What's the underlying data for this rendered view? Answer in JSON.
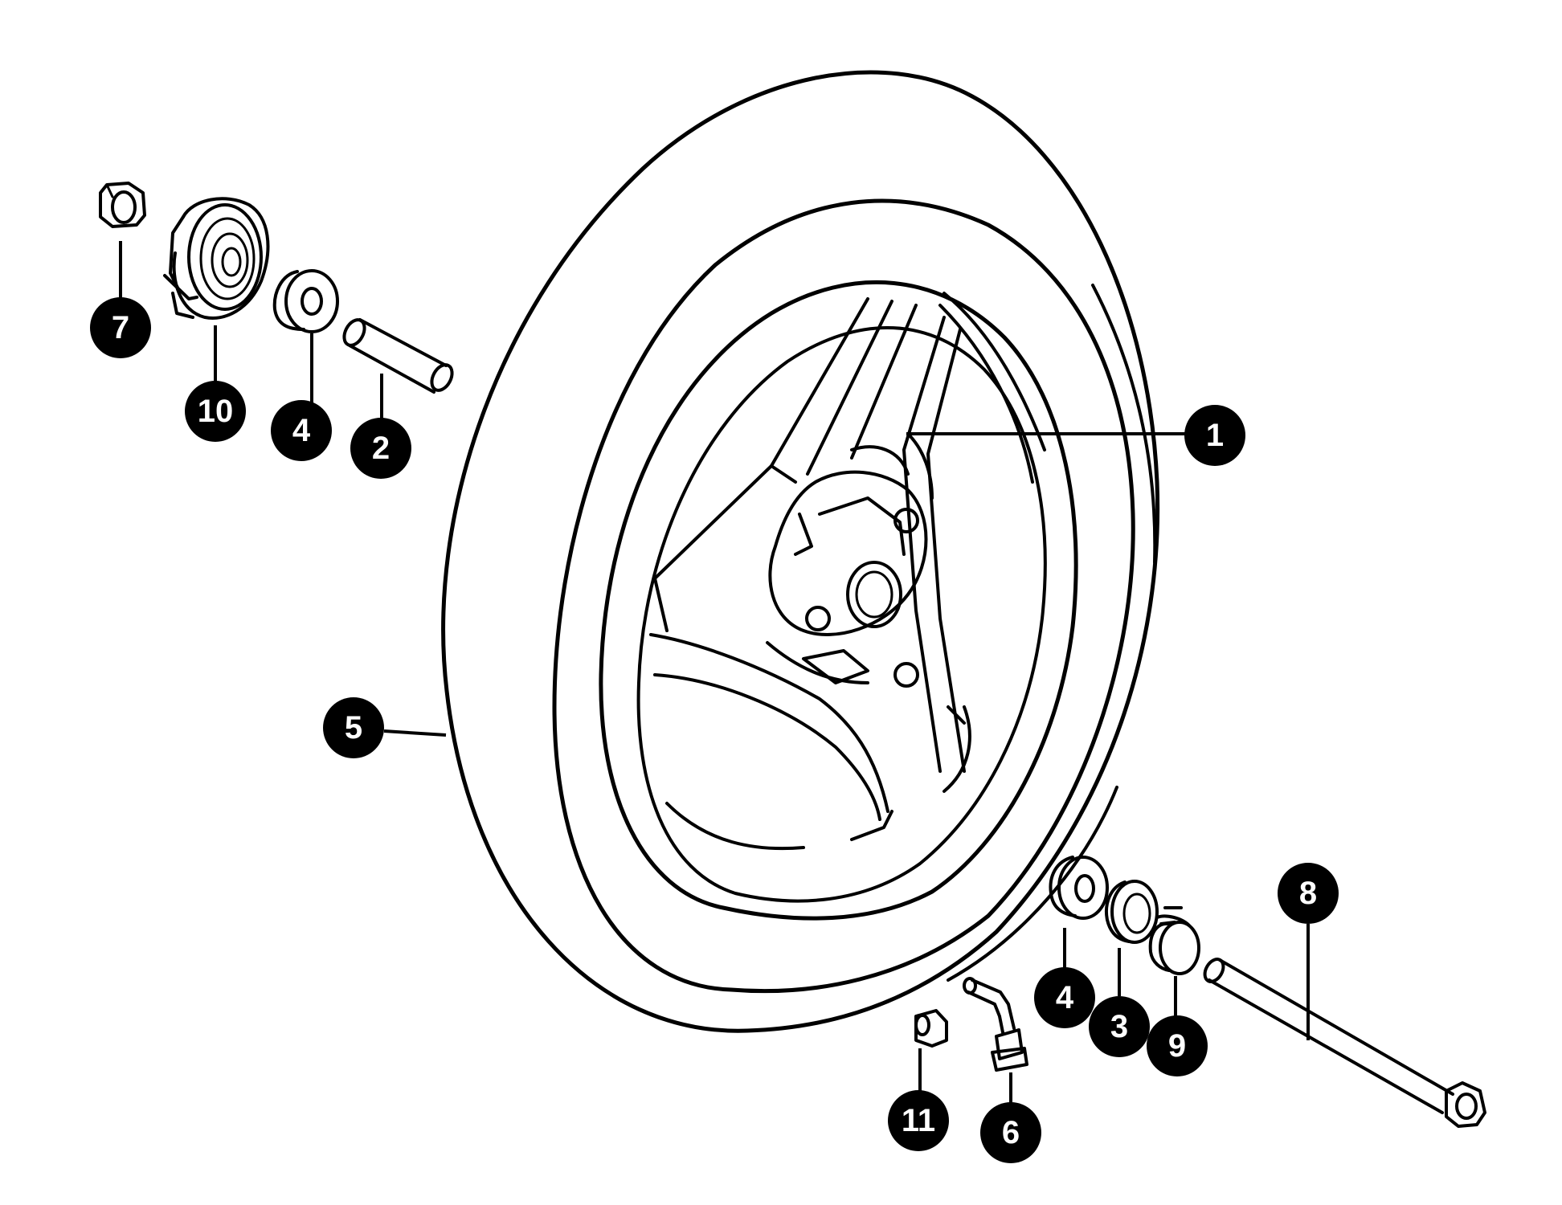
{
  "callouts": [
    {
      "id": "c1",
      "label": "1",
      "part": "wheel-rim"
    },
    {
      "id": "c2",
      "label": "2",
      "part": "spacer-tube"
    },
    {
      "id": "c3",
      "label": "3",
      "part": "oil-seal"
    },
    {
      "id": "c4a",
      "label": "4",
      "part": "bearing-left"
    },
    {
      "id": "c4b",
      "label": "4",
      "part": "bearing-right"
    },
    {
      "id": "c5",
      "label": "5",
      "part": "tire"
    },
    {
      "id": "c6",
      "label": "6",
      "part": "tire-valve"
    },
    {
      "id": "c7",
      "label": "7",
      "part": "axle-nut"
    },
    {
      "id": "c8",
      "label": "8",
      "part": "axle-bolt"
    },
    {
      "id": "c9",
      "label": "9",
      "part": "collar"
    },
    {
      "id": "c10",
      "label": "10",
      "part": "speedometer-gear-box"
    },
    {
      "id": "c11",
      "label": "11",
      "part": "valve-cap"
    }
  ],
  "colors": {
    "ink": "#000000",
    "background": "#ffffff",
    "callout_text": "#ffffff"
  }
}
